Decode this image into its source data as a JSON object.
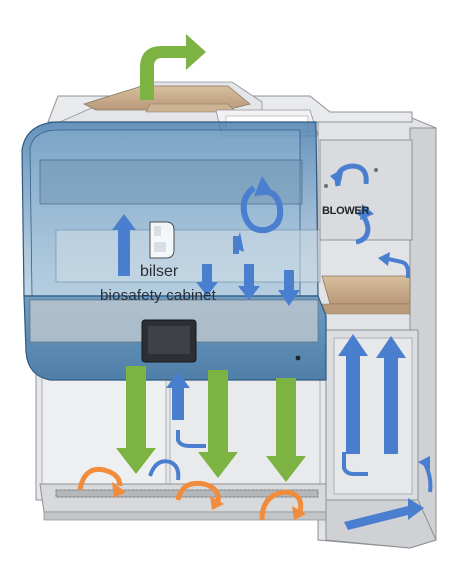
{
  "labels": {
    "brand": "bilser",
    "product": "biosafety cabinet",
    "blower": "BLOWER"
  },
  "colors": {
    "downflow_arrow": "#7cb342",
    "exhaust_arrow": "#7cb342",
    "inflow_arrow": "#4a7fd0",
    "recirculation_arrow": "#4a7fd0",
    "room_air_arrow": "#f08c3c",
    "cabinet_glass": "#5f8eb5",
    "filter": "#c9ad89",
    "cabinet_body": "#d9dadd"
  },
  "icons": {
    "logo": "bilser-b-logo",
    "control_panel": "touchscreen-display"
  }
}
